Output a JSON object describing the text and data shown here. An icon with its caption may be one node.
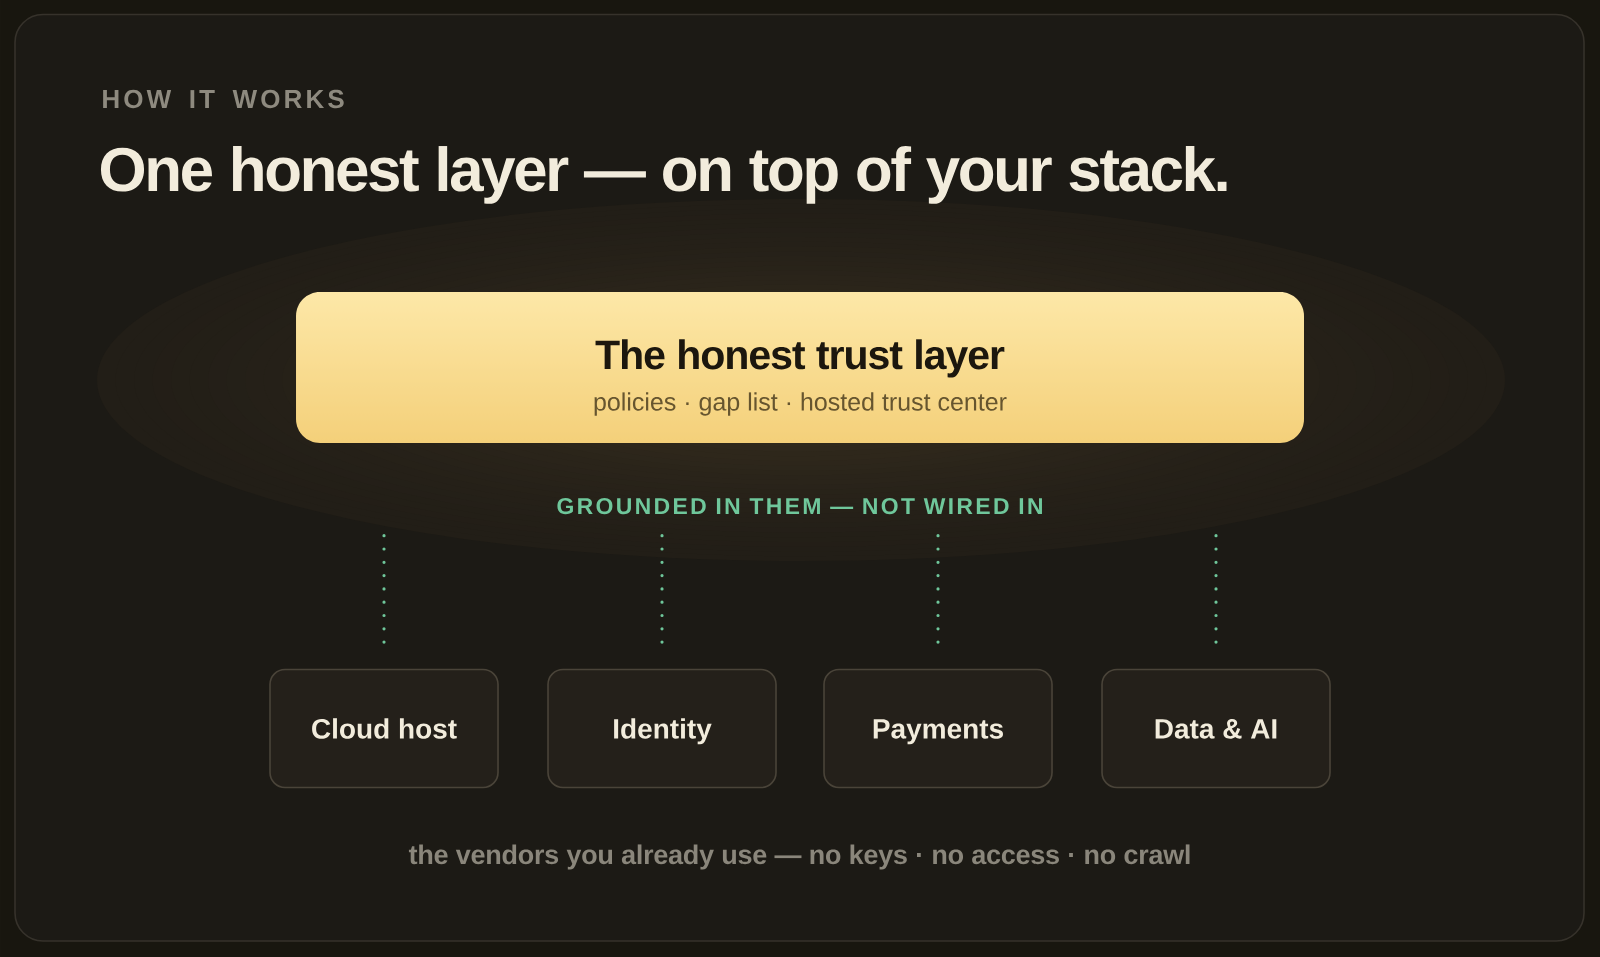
{
  "diagram": {
    "title": "One honest layer — on top of your stack.",
    "caption": "the vendors you already use — no keys · no access · no crawl",
    "nodes": [
      {
        "text": [
          "The honest trust layer",
          "policies · gap list · hosted trust center"
        ]
      },
      {
        "text": [
          "Cloud host"
        ]
      },
      {
        "text": [
          "Identity"
        ]
      },
      {
        "text": [
          "Payments"
        ]
      },
      {
        "text": [
          "Data & AI"
        ]
      }
    ],
    "edges": [
      {
        "from": null,
        "to": 1,
        "arrow": "none",
        "style": "dashed"
      },
      {
        "from": null,
        "to": 2,
        "arrow": "none",
        "style": "dashed"
      },
      {
        "from": null,
        "to": 3,
        "arrow": "none",
        "style": "dashed"
      },
      {
        "from": null,
        "to": 4,
        "arrow": "none",
        "style": "dashed"
      }
    ],
    "labels": [
      "HOW IT WORKS",
      "GROUNDED IN THEM — NOT WIRED IN"
    ]
  }
}
